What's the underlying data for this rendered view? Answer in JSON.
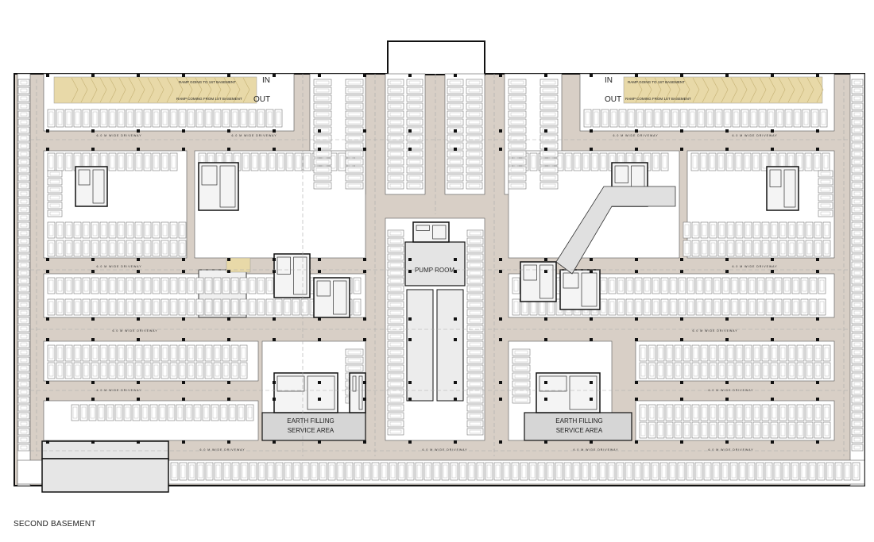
{
  "plan": {
    "title": "SECOND BASEMENT",
    "ramps": [
      {
        "in_label": "IN",
        "out_label": "OUT",
        "going_label": "RAMP GOING TO 1ST BASEMENT",
        "coming_label": "RAMP COMING FROM 1ST BASEMENT"
      },
      {
        "in_label": "IN",
        "out_label": "OUT",
        "going_label": "RAMP GOING TO 1ST BASEMENT",
        "coming_label": "RAMP COMING FROM 1ST BASEMENT"
      }
    ],
    "pump_room_label": "PUMP ROOM",
    "service_areas": [
      {
        "line1": "EARTH FILLING",
        "line2": "SERVICE AREA"
      },
      {
        "line1": "EARTH FILLING",
        "line2": "SERVICE AREA"
      }
    ],
    "driveway_label": "6.0 M WIDE DRIVEWAY",
    "colors": {
      "driveway": "#d8cfc6",
      "ramp": "#e8d9a8",
      "wall": "#111111",
      "stall": "#ffffff",
      "tank": "#e6e6e6",
      "hatch": "#d6d6d6"
    }
  }
}
